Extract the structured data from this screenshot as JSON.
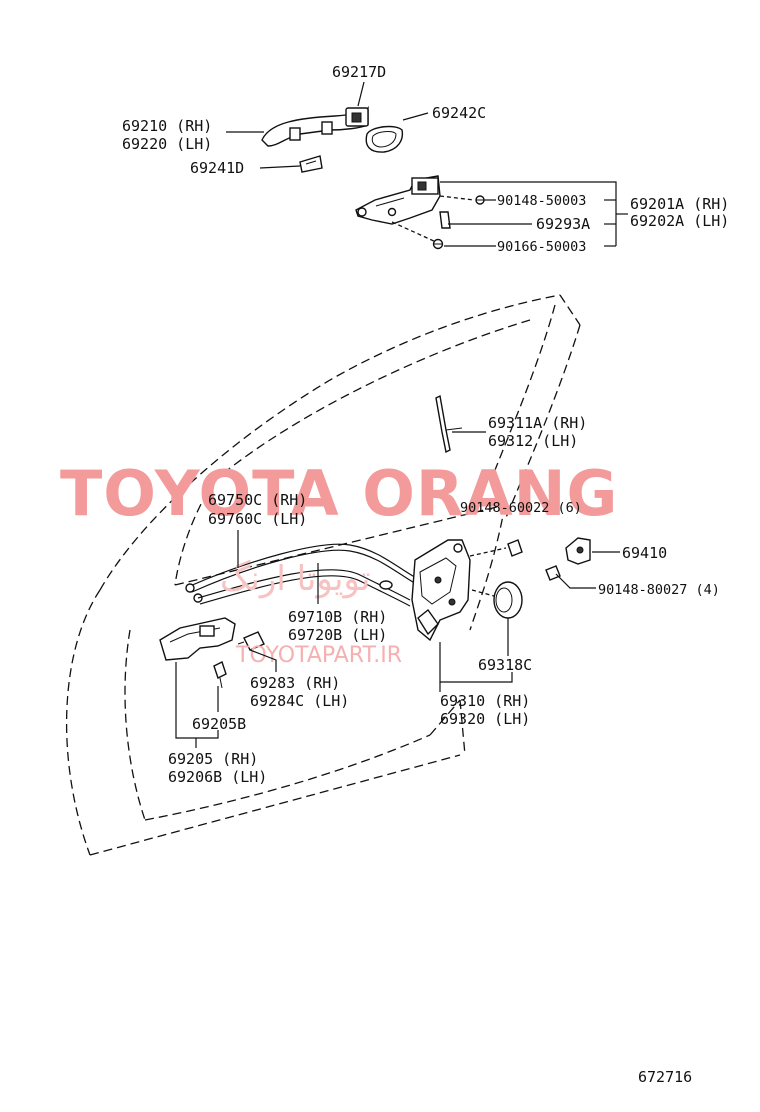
{
  "labels": {
    "p69217D": "69217D",
    "p69210": "69210 (RH)",
    "p69220": "69220 (LH)",
    "p69242C": "69242C",
    "p69241D": "69241D",
    "p90148_50003": "90148-50003",
    "p69293A": "69293A",
    "p90166_50003": "90166-50003",
    "p69201A": "69201A (RH)",
    "p69202A": "69202A (LH)",
    "p69311A": "69311A (RH)",
    "p69312": "69312  (LH)",
    "p90148_60022": "90148-60022 (6)",
    "p69750C": "69750C (RH)",
    "p69760C": "69760C (LH)",
    "p69410": "69410",
    "p90148_80027": "90148-80027 (4)",
    "p69710B": "69710B (RH)",
    "p69720B": "69720B (LH)",
    "p69318C": "69318C",
    "p69283": "69283  (RH)",
    "p69284C": "69284C (LH)",
    "p69310": "69310 (RH)",
    "p69320": "69320 (LH)",
    "p69205B": "69205B",
    "p69205": "69205  (RH)",
    "p69206B": "69206B (LH)",
    "figure_no": "672716"
  },
  "watermarks": {
    "main": "TOYOTA ORANG",
    "site": "TOYOTAPART.IR",
    "script": "تویوتا ارنگ"
  }
}
